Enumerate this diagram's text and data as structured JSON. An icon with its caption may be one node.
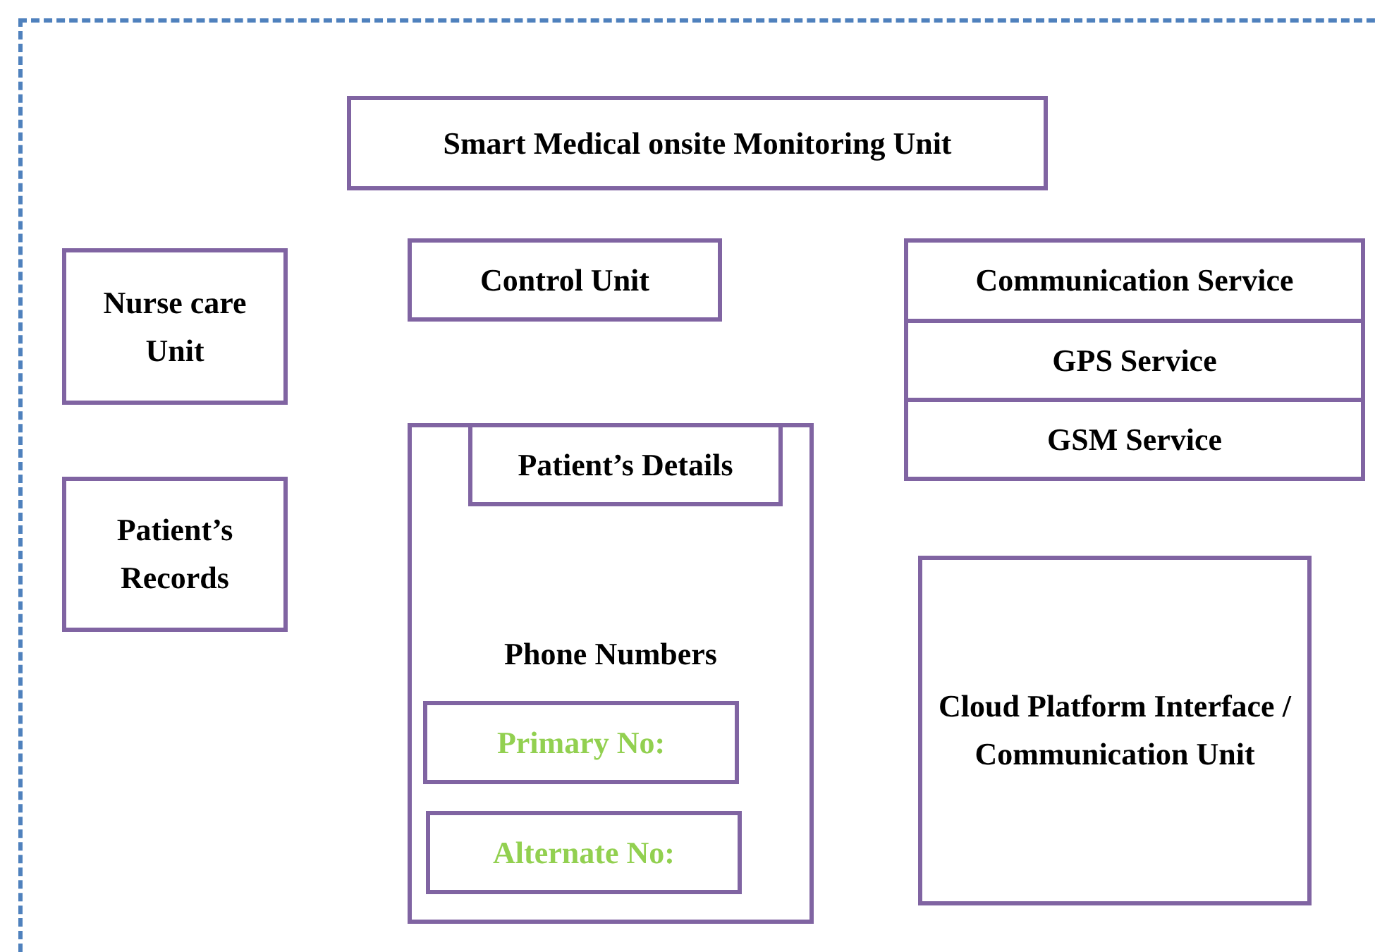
{
  "diagram": {
    "nodes": [
      {
        "text": [
          "Smart Medical onsite Monitoring Unit"
        ]
      },
      {
        "text": [
          "Nurse care Unit"
        ]
      },
      {
        "text": [
          "Control Unit"
        ]
      },
      {
        "text": [
          "Communication Service"
        ]
      },
      {
        "text": [
          "GPS Service"
        ]
      },
      {
        "text": [
          "GSM Service"
        ]
      },
      {
        "text": [
          "Patient’s Records"
        ]
      },
      {
        "text": [
          "Phone Numbers"
        ]
      },
      {
        "text": [
          "Patient’s Details"
        ],
        "in": 7
      },
      {
        "text": [
          "Primary No:"
        ],
        "in": 7
      },
      {
        "text": [
          "Alternate No:"
        ],
        "in": 7
      },
      {
        "text": [
          "Cloud Platform Interface / Communication Unit"
        ]
      }
    ],
    "edges": []
  }
}
